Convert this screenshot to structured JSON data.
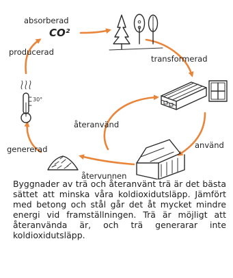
{
  "diagram": {
    "labels": {
      "absorbed": "absorberad",
      "co2": "CO²",
      "produced": "producerad",
      "transformed": "transformerad",
      "reused": "återanvänd",
      "used": "använd",
      "generated": "genererad",
      "recovered": "återvunnen"
    },
    "arrow_color": "#e9853a",
    "icons": [
      "co2-icon",
      "trees-icon",
      "lumber-icon",
      "window-icon",
      "house-icon",
      "debris-pile-icon",
      "thermometer-heat-icon"
    ]
  },
  "description": "Byggnader av trä och återanvänt trä är det bästa sättet att minska våra koldioxidutsläpp. Jämfört med betong och stål går det åt mycket mindre energi vid framställningen. Trä är möjligt att återanvända är, och trä generarar inte koldioxidutsläpp."
}
